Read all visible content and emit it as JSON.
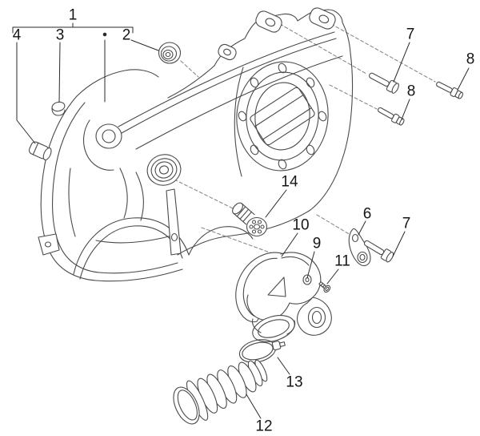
{
  "diagram": {
    "kind": "exploded-parts-line-drawing",
    "subject": "crankcase-transmission-cover-with-air-intake",
    "style": {
      "background": "#ffffff",
      "line_color": "#4a4a4a",
      "leader_color": "#2a2a2a",
      "label_color": "#161616"
    },
    "callouts": [
      {
        "label": "1"
      },
      {
        "label": "4"
      },
      {
        "label": "3"
      },
      {
        "label": "2"
      },
      {
        "label": "7"
      },
      {
        "label": "8"
      },
      {
        "label": "8"
      },
      {
        "label": "14"
      },
      {
        "label": "6"
      },
      {
        "label": "7"
      },
      {
        "label": "10"
      },
      {
        "label": "9"
      },
      {
        "label": "11"
      },
      {
        "label": "13"
      },
      {
        "label": "12"
      }
    ]
  }
}
